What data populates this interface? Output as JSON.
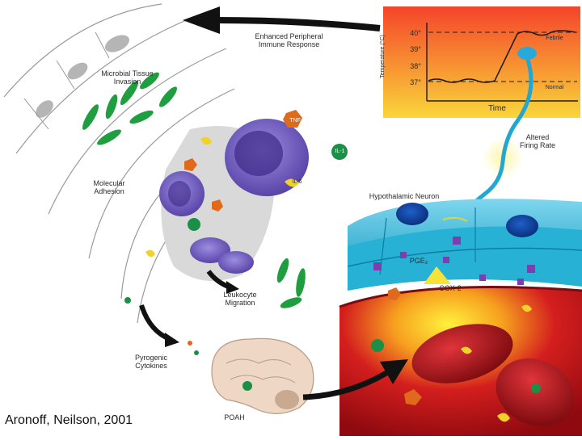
{
  "labels": {
    "enhanced_response": "Enhanced Peripheral\nImmune Response",
    "microbial_invasion": "Microbial Tissue\nInvasion",
    "molecular_adhesion": "Molecular\nAdhesion",
    "leukocyte_migration": "Leukocyte\nMigration",
    "pyrogenic_cytokines": "Pyrogenic\nCytokines",
    "poah": "POAH",
    "hypothalamic_neuron": "Hypothalamic Neuron",
    "altered_firing_rate": "Altered\nFiring Rate",
    "pge2": "PGE₂",
    "cox2": "COX-2",
    "tnf": "TNF",
    "il1": "IL-1",
    "il6": "IL-6"
  },
  "graph": {
    "y_axis_label": "Temperature (°C)",
    "x_axis_label": "Time",
    "ticks": [
      "40°",
      "39°",
      "38°",
      "37°"
    ],
    "febrile_label": "Febrile",
    "normal_label": "Normal"
  },
  "credit": "Aronoff, Neilson, 2001",
  "colors": {
    "graph_top": "#f5442a",
    "graph_bottom": "#f9d63a",
    "neuron_cyan": "#21b8d8",
    "vessel_red": "#c8131a",
    "bacteria_green": "#1e9e3e",
    "leukocyte_purple": "#6b57b8"
  }
}
